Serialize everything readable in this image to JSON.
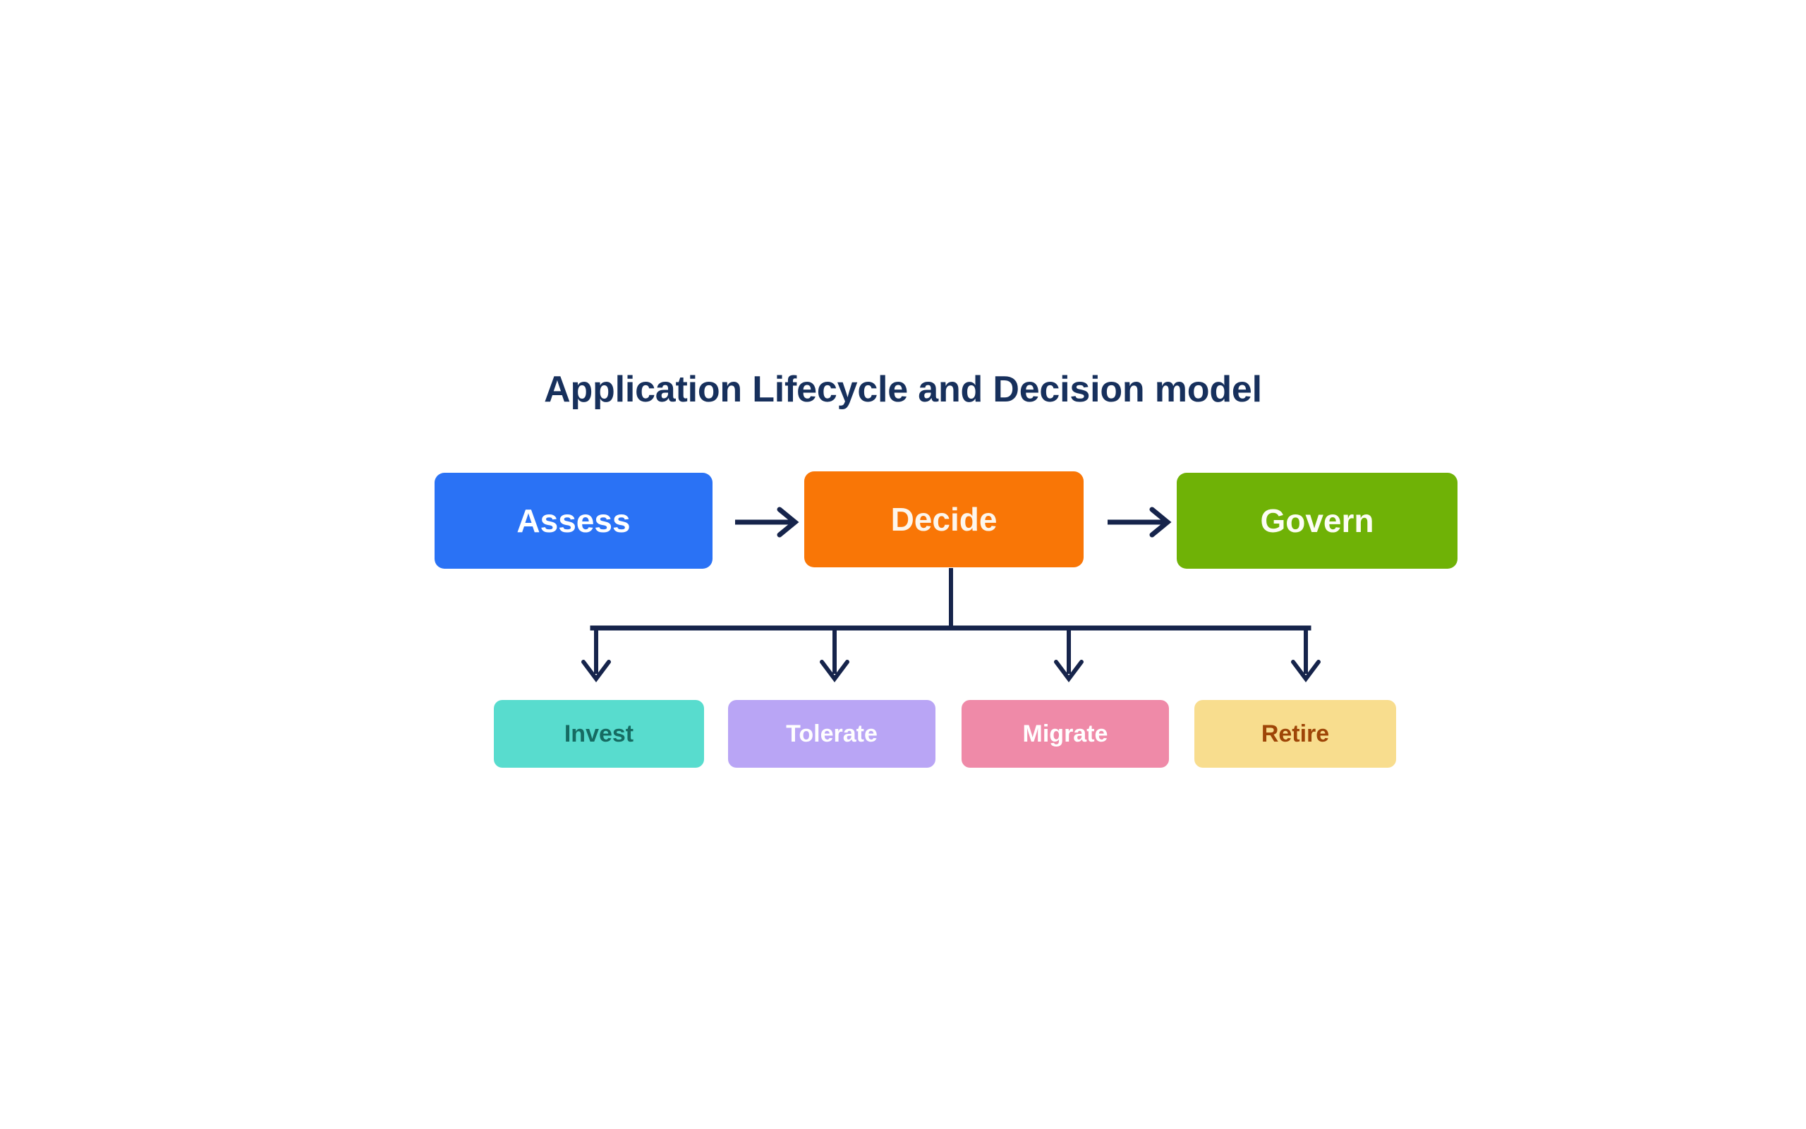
{
  "diagram": {
    "title": "Application Lifecycle and Decision model",
    "title_color": "#17305c",
    "background_color": "#ffffff",
    "connector_color": "#16244b",
    "type": "flowchart",
    "phases": [
      {
        "id": "assess",
        "label": "Assess",
        "fill": "#2a72f5",
        "text_color": "#ffffff"
      },
      {
        "id": "decide",
        "label": "Decide",
        "fill": "#f97606",
        "text_color": "#fdf6ec"
      },
      {
        "id": "govern",
        "label": "Govern",
        "fill": "#6fb206",
        "text_color": "#fdfdf5"
      }
    ],
    "phase_connectors": [
      {
        "id": "assess-to-decide",
        "glyph": "arrow-right"
      },
      {
        "id": "decide-to-govern",
        "glyph": "arrow-right"
      }
    ],
    "decision_source": "decide",
    "options": [
      {
        "id": "invest",
        "label": "Invest",
        "fill": "#58dcce",
        "text_color": "#166b62"
      },
      {
        "id": "tolerate",
        "label": "Tolerate",
        "fill": "#b9a5f5",
        "text_color": "#fefefe"
      },
      {
        "id": "migrate",
        "label": "Migrate",
        "fill": "#ef8aa8",
        "text_color": "#ffffff"
      },
      {
        "id": "retire",
        "label": "Retire",
        "fill": "#f8dd8e",
        "text_color": "#9e4507"
      }
    ]
  }
}
